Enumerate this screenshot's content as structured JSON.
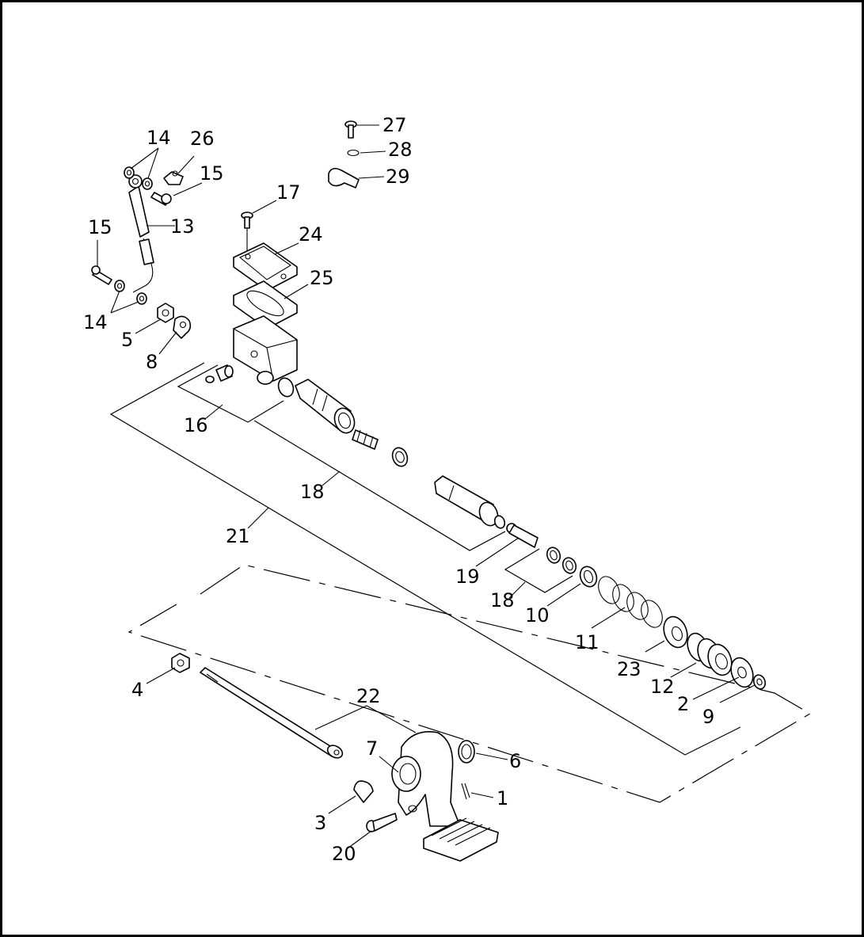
{
  "callouts": [
    "1",
    "2",
    "3",
    "4",
    "5",
    "6",
    "7",
    "8",
    "9",
    "10",
    "11",
    "12",
    "13",
    "14",
    "15",
    "16",
    "17",
    "18",
    "19",
    "20",
    "21",
    "22",
    "23",
    "24",
    "25",
    "26",
    "27",
    "28",
    "29"
  ],
  "colors": {
    "line": "#000000",
    "background": "#ffffff"
  }
}
